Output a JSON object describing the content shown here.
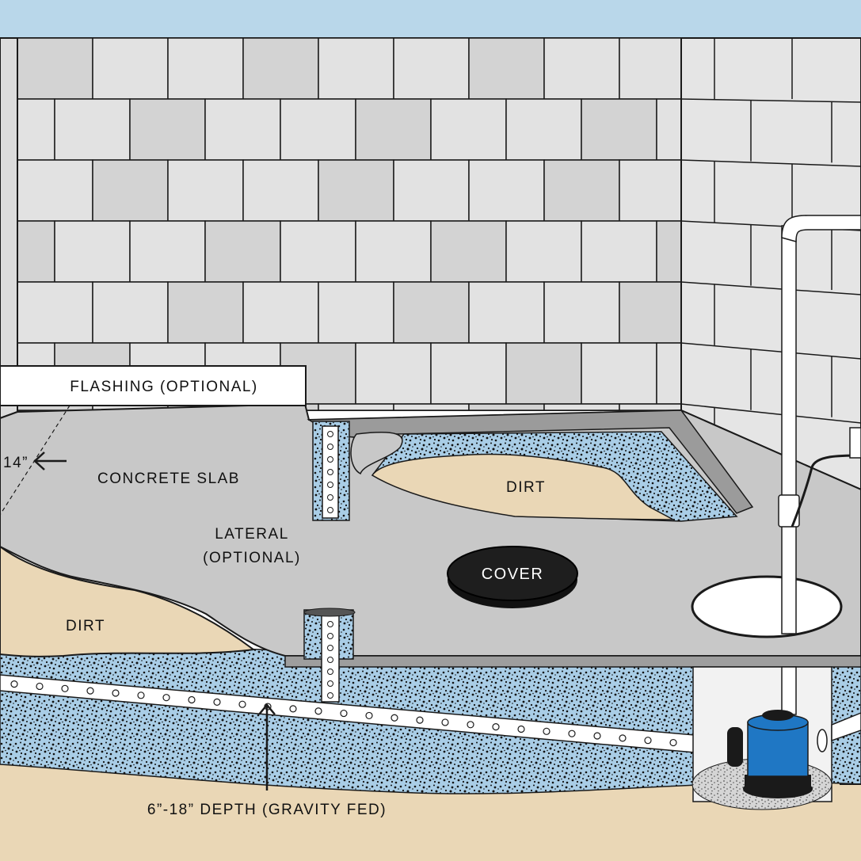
{
  "labels": {
    "flashing": "FLASHING (OPTIONAL)",
    "concrete_slab": "CONCRETE SLAB",
    "lateral_line1": "LATERAL",
    "lateral_line2": "(OPTIONAL)",
    "dirt_back": "DIRT",
    "dirt_front": "DIRT",
    "cover": "COVER",
    "depth": "6”-18” DEPTH (GRAVITY FED)",
    "dimension": "14”"
  },
  "colors": {
    "sky": "#b9d7ea",
    "block_light": "#e2e2e2",
    "block_dark": "#cfcfcf",
    "slab": "#c8c8c8",
    "dirt": "#ead7b6",
    "gravel": "#a9cde6",
    "pump": "#1f77c4",
    "outline": "#1a1a1a"
  },
  "icons": {
    "arrow_left": "arrow-left-icon",
    "arrow_up": "arrow-up-icon"
  }
}
